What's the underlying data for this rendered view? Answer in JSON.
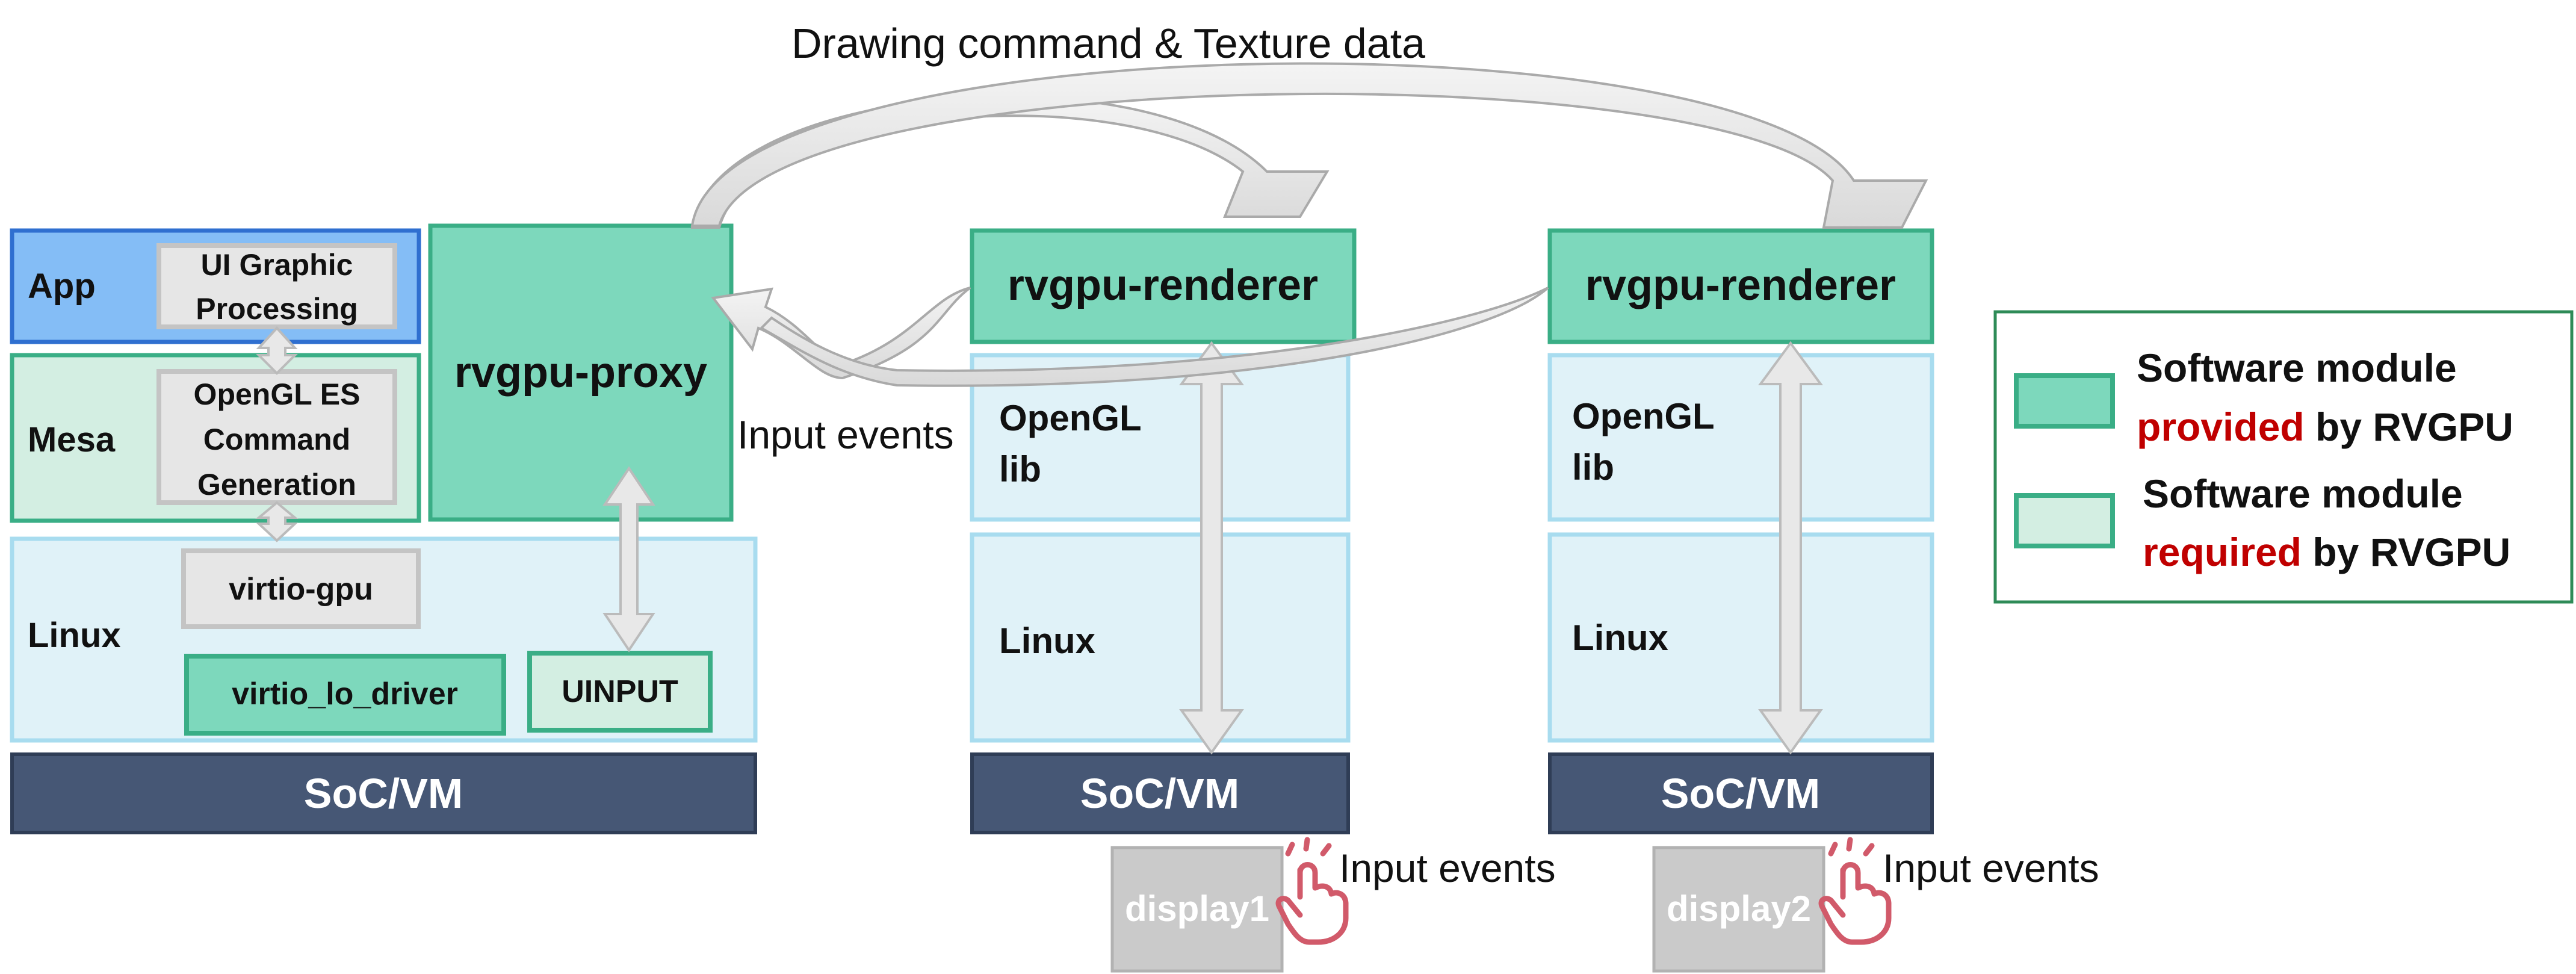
{
  "annotations": {
    "top": "Drawing command & Texture data",
    "input_events_proxy": "Input events",
    "input_events_display1": "Input events",
    "input_events_display2": "Input events"
  },
  "left_stack": {
    "app": "App",
    "ui_graphic_line1": "UI Graphic",
    "ui_graphic_line2": "Processing",
    "mesa": "Mesa",
    "opengl_es_line1": "OpenGL ES",
    "opengl_es_line2": "Command",
    "opengl_es_line3": "Generation",
    "linux": "Linux",
    "virtio_gpu": "virtio-gpu",
    "virtio_lo_driver": "virtio_lo_driver",
    "uinput": "UINPUT",
    "soc_vm": "SoC/VM",
    "proxy": "rvgpu-proxy"
  },
  "renderer1": {
    "title": "rvgpu-renderer",
    "opengl_line1": "OpenGL",
    "opengl_line2": "lib",
    "linux": "Linux",
    "soc_vm": "SoC/VM",
    "display": "display1"
  },
  "renderer2": {
    "title": "rvgpu-renderer",
    "opengl_line1": "OpenGL",
    "opengl_line2": "lib",
    "linux": "Linux",
    "soc_vm": "SoC/VM",
    "display": "display2"
  },
  "legend": {
    "provided_line1": "Software module",
    "provided_word": "provided",
    "provided_rest": " by RVGPU",
    "required_line1": "Software module",
    "required_word": "required",
    "required_rest": " by RVGPU"
  },
  "colors": {
    "provided_fill": "#7dd8bc",
    "required_fill": "#d3eee2",
    "module_border": "#3aae86",
    "app_fill": "#84bdf6",
    "app_border": "#2f6fd0",
    "os_fill": "#e0f2f8",
    "os_border": "#a8dcef",
    "soc_fill": "#465775",
    "grey_fill": "#e6e6e6",
    "grey_border": "#c4c4c4",
    "display_fill": "#cacaca",
    "accent_red": "#c00000",
    "hand_color": "#d15a6a"
  }
}
